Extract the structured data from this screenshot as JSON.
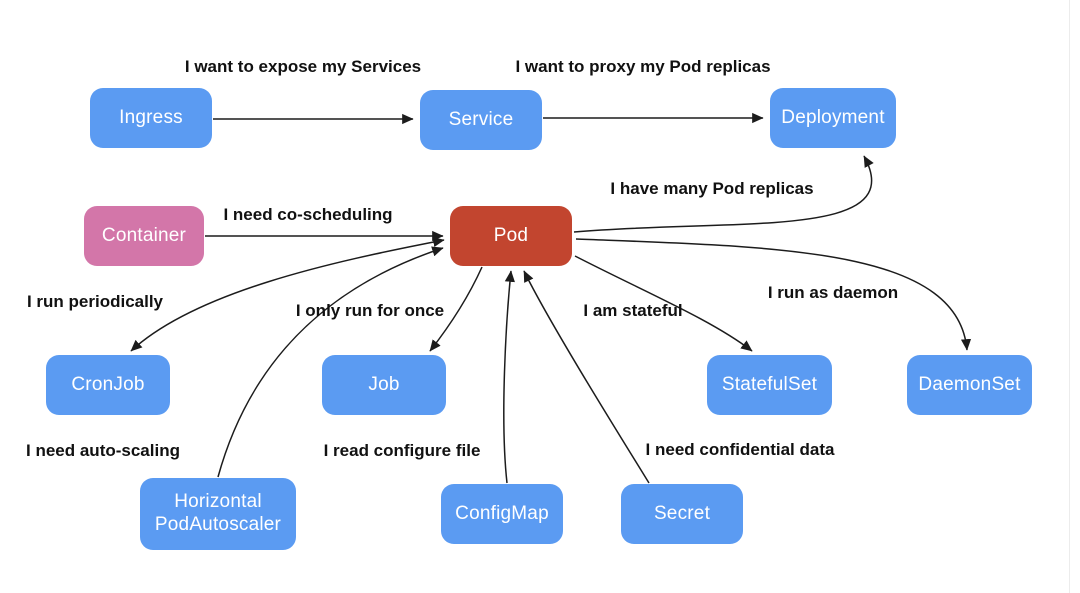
{
  "diagram": {
    "description": "Kubernetes resource relationship diagram",
    "colors": {
      "node_blue": "#5b9bf2",
      "node_pink": "#d376a9",
      "node_red": "#c2452f",
      "edge_stroke": "#1c1c1c",
      "label_text": "#111111",
      "node_text": "#ffffff",
      "background": "#ffffff"
    },
    "nodes": [
      {
        "id": "ingress",
        "label": "Ingress",
        "color": "#5b9bf2"
      },
      {
        "id": "service",
        "label": "Service",
        "color": "#5b9bf2"
      },
      {
        "id": "deployment",
        "label": "Deployment",
        "color": "#5b9bf2"
      },
      {
        "id": "container",
        "label": "Container",
        "color": "#d376a9"
      },
      {
        "id": "pod",
        "label": "Pod",
        "color": "#c2452f"
      },
      {
        "id": "cronjob",
        "label": "CronJob",
        "color": "#5b9bf2"
      },
      {
        "id": "job",
        "label": "Job",
        "color": "#5b9bf2"
      },
      {
        "id": "statefulset",
        "label": "StatefulSet",
        "color": "#5b9bf2"
      },
      {
        "id": "daemonset",
        "label": "DaemonSet",
        "color": "#5b9bf2"
      },
      {
        "id": "hpa",
        "label": "Horizontal PodAutoscaler",
        "color": "#5b9bf2"
      },
      {
        "id": "configmap",
        "label": "ConfigMap",
        "color": "#5b9bf2"
      },
      {
        "id": "secret",
        "label": "Secret",
        "color": "#5b9bf2"
      }
    ],
    "edges": [
      {
        "from": "Ingress",
        "to": "Service",
        "label": "I want to expose my Services"
      },
      {
        "from": "Service",
        "to": "Deployment",
        "label": "I want to proxy my Pod replicas"
      },
      {
        "from": "Pod",
        "to": "Deployment",
        "label": "I have many Pod replicas"
      },
      {
        "from": "Container",
        "to": "Pod",
        "label": "I need co-scheduling"
      },
      {
        "from": "CronJob",
        "to": "Pod",
        "label": "I run periodically",
        "bidirectional": true
      },
      {
        "from": "Pod",
        "to": "Job",
        "label": "I only run for once"
      },
      {
        "from": "Pod",
        "to": "StatefulSet",
        "label": "I am stateful"
      },
      {
        "from": "Pod",
        "to": "DaemonSet",
        "label": "I run as daemon"
      },
      {
        "from": "HorizontalPodAutoscaler",
        "to": "Pod",
        "label": "I need auto-scaling"
      },
      {
        "from": "ConfigMap",
        "to": "Pod",
        "label": "I read configure file"
      },
      {
        "from": "Secret",
        "to": "Pod",
        "label": "I need confidential data"
      }
    ]
  }
}
